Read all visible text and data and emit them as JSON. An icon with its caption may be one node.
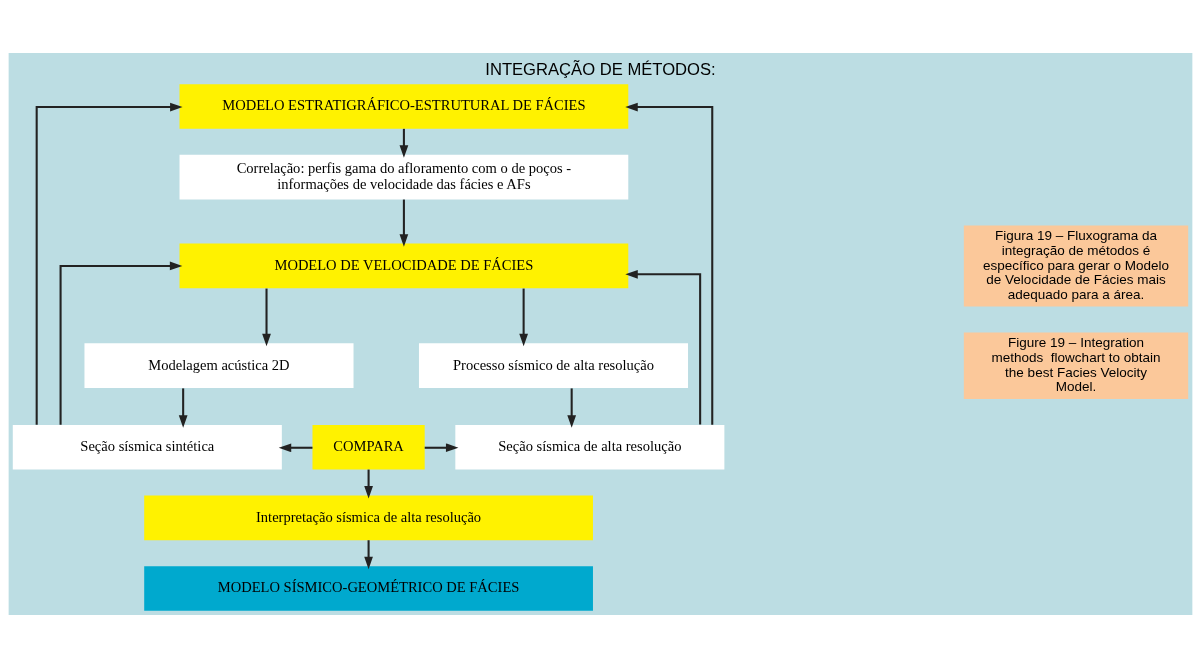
{
  "diagram": {
    "title": "INTEGRAÇÃO DE MÉTODOS:",
    "nodes": [
      {
        "text": [
          "MODELO ESTRATIGRÁFICO-ESTRUTURAL DE FÁCIES"
        ]
      },
      {
        "text": [
          "Correlação: perfis gama do afloramento com o de poços - informações de velocidade das fácies e AFs"
        ]
      },
      {
        "text": [
          "MODELO DE VELOCIDADE DE FÁCIES"
        ]
      },
      {
        "text": [
          "Modelagem acústica 2D"
        ]
      },
      {
        "text": [
          "Processo sísmico de alta resolução"
        ]
      },
      {
        "text": [
          "Seção sísmica sintética"
        ]
      },
      {
        "text": [
          "COMPARA"
        ]
      },
      {
        "text": [
          "Seção sísmica de alta resolução"
        ]
      },
      {
        "text": [
          "Interpretação sísmica de alta resolução"
        ]
      },
      {
        "text": [
          "MODELO SÍSMICO-GEOMÉTRICO DE FÁCIES"
        ]
      }
    ],
    "edges": [
      {
        "from": 0,
        "to": 1,
        "arrow": "to"
      },
      {
        "from": 1,
        "to": 2,
        "arrow": "to"
      },
      {
        "from": 2,
        "to": 3,
        "arrow": "to"
      },
      {
        "from": 2,
        "to": 4,
        "arrow": "to"
      },
      {
        "from": 3,
        "to": 5,
        "arrow": "to"
      },
      {
        "from": 4,
        "to": 7,
        "arrow": "to"
      },
      {
        "from": 6,
        "to": 5,
        "arrow": "to"
      },
      {
        "from": 6,
        "to": 7,
        "arrow": "to"
      },
      {
        "from": 6,
        "to": 8,
        "arrow": "to"
      },
      {
        "from": 8,
        "to": 9,
        "arrow": "to"
      },
      {
        "from": 5,
        "to": 0,
        "arrow": "to"
      },
      {
        "from": 5,
        "to": 2,
        "arrow": "to"
      },
      {
        "from": 7,
        "to": 0,
        "arrow": "to"
      },
      {
        "from": 7,
        "to": 2,
        "arrow": "to"
      }
    ],
    "labels": [
      "Figura 19 – Fluxograma da integração de métodos é específico para gerar o Modelo de Velocidade de Fácies mais adequado para a área.",
      "Figure 19 – Integration methods  flowchart to obtain the best Facies Velocity Model."
    ]
  }
}
